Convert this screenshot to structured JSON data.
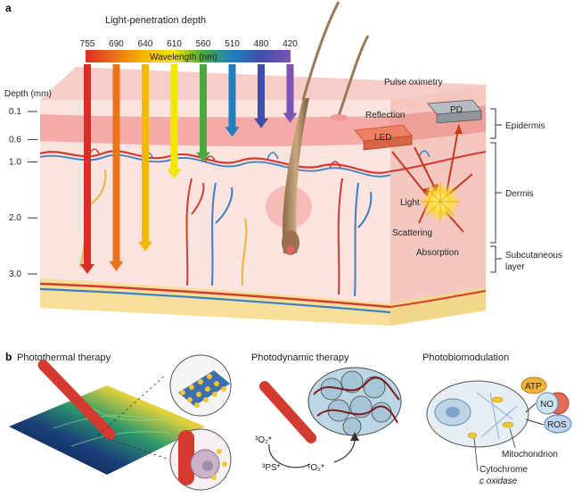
{
  "panel_a": {
    "letter": "a",
    "header": "Light-penetration depth",
    "wavelength_label": "Wavelength (nm)",
    "wavelengths": [
      {
        "nm": "755",
        "depth_mm": 3.0,
        "color": "#d62f27"
      },
      {
        "nm": "690",
        "depth_mm": 2.95,
        "color": "#e8731a"
      },
      {
        "nm": "640",
        "depth_mm": 2.6,
        "color": "#f5b800"
      },
      {
        "nm": "610",
        "depth_mm": 1.3,
        "color": "#f3e600"
      },
      {
        "nm": "560",
        "depth_mm": 1.0,
        "color": "#4aaa3c"
      },
      {
        "nm": "510",
        "depth_mm": 0.55,
        "color": "#1f7fc0"
      },
      {
        "nm": "480",
        "depth_mm": 0.4,
        "color": "#3f4fa8"
      },
      {
        "nm": "420",
        "depth_mm": 0.3,
        "color": "#7b54b6"
      }
    ],
    "depth_axis": {
      "title": "Depth (mm)",
      "ticks": [
        {
          "label": "0.1",
          "value": 0.1
        },
        {
          "label": "0.6",
          "value": 0.6
        },
        {
          "label": "1.0",
          "value": 1.0
        },
        {
          "label": "2.0",
          "value": 2.0
        },
        {
          "label": "3.0",
          "value": 3.0
        }
      ]
    },
    "pulse_oximetry": {
      "title": "Pulse oximetry",
      "pd": "PD",
      "led": "LED",
      "reflection": "Reflection",
      "light": "Light",
      "scattering": "Scattering",
      "absorption": "Absorption"
    },
    "layers": {
      "epidermis": "Epidermis",
      "dermis": "Dermis",
      "subcutaneous_line1": "Subcutaneous",
      "subcutaneous_line2": "layer"
    },
    "colors": {
      "skin_top": "#f8c9c4",
      "epidermis_band": "#f3a8a4",
      "dermis": "#fbe3de",
      "fat": "#f7df9a",
      "artery": "#d43a30",
      "vein": "#3a7fc4"
    }
  },
  "panel_b": {
    "letter": "b",
    "photothermal": {
      "title": "Photothermal therapy"
    },
    "photodynamic": {
      "title": "Photodynamic therapy",
      "o2_triplet": "³O₂*",
      "ps_triplet": "³PS*",
      "o2_singlet": "¹O₂*"
    },
    "photobiomodulation": {
      "title": "Photobiomodulation",
      "atp": "ATP",
      "no": "NO",
      "ros": "ROS",
      "mitochondrion": "Mitochondrion",
      "cytochrome_line1": "Cytochrome",
      "cytochrome_line2": "c oxidase"
    }
  }
}
